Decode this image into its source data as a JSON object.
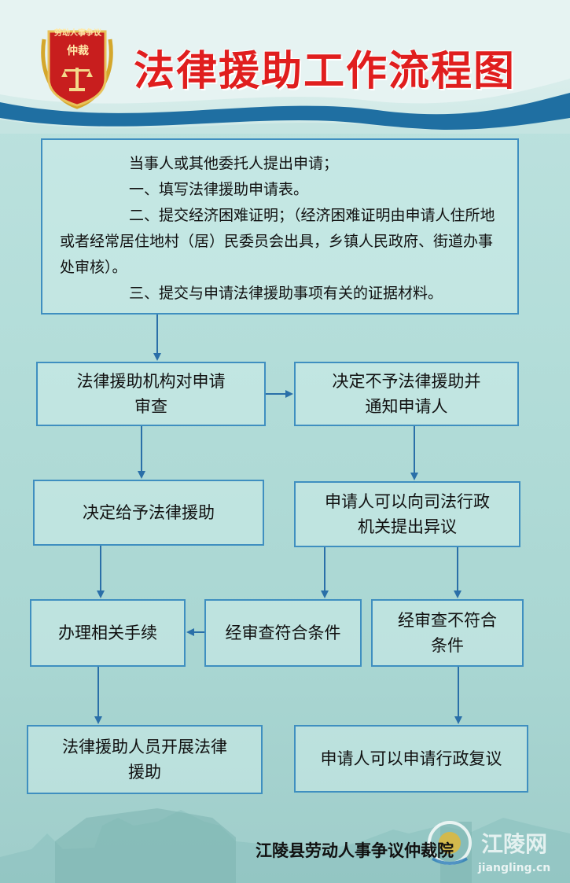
{
  "header": {
    "title": "法律援助工作流程图",
    "badge_top": "劳动人事争议",
    "badge_mid": "仲裁"
  },
  "intro": {
    "line1": "当事人或其他委托人提出申请；",
    "line2": "一、填写法律援助申请表。",
    "line3": "二、提交经济困难证明；（经济困难证明由申请人住所地或者经常居住地村（居）民委员会出具，乡镇人民政府、街道办事处审核）。",
    "line4": "三、提交与申请法律援助事项有关的证据材料。"
  },
  "nodes": {
    "review": "法律援助机构对申请审查",
    "deny": "决定不予法律援助并通知申请人",
    "grant": "决定给予法律援助",
    "objection": "申请人可以向司法行政机关提出异议",
    "procedures": "办理相关手续",
    "qualified": "经审查符合条件",
    "unqualified": "经审查不符合条件",
    "carry_out": "法律援助人员开展法律援助",
    "reconsideration": "申请人可以申请行政复议"
  },
  "footer": {
    "org": "江陵县劳动人事争议仲裁院"
  },
  "watermark": {
    "cn": "江陵网",
    "en": "jiangling.cn"
  },
  "colors": {
    "title": "#e01e1e",
    "box_border": "#3f8fc0",
    "arrow": "#2a6fa8",
    "background": "#b3ddd9"
  }
}
